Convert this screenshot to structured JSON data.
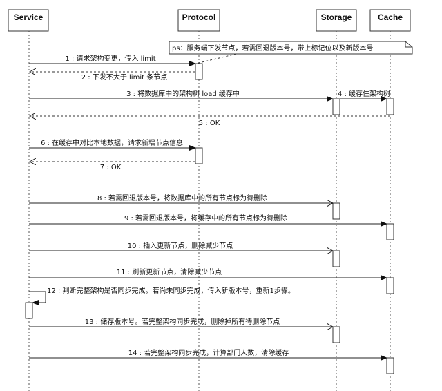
{
  "actors": [
    {
      "id": "service",
      "label": "Service"
    },
    {
      "id": "protocol",
      "label": "Protocol"
    },
    {
      "id": "storage",
      "label": "Storage"
    },
    {
      "id": "cache",
      "label": "Cache"
    }
  ],
  "note": {
    "text": "ps：服务端下发节点，若需回退版本号，带上标记位以及新版本号"
  },
  "messages": [
    {
      "n": "1",
      "from": "service",
      "to": "protocol",
      "kind": "sync",
      "label": "1 : 请求架构变更，传入 limit"
    },
    {
      "n": "2",
      "from": "protocol",
      "to": "service",
      "kind": "return",
      "label": "2 : 下发不大于 limit 条节点"
    },
    {
      "n": "3",
      "from": "service",
      "to": "storage",
      "kind": "sync",
      "label": "3 : 将数据库中的架构树 load 缓存中"
    },
    {
      "n": "4",
      "from": "storage",
      "to": "cache",
      "kind": "sync",
      "label": "4 : 缓存住架构树"
    },
    {
      "n": "5",
      "from": "cache",
      "to": "service",
      "kind": "return",
      "label": "5 : OK"
    },
    {
      "n": "6",
      "from": "service",
      "to": "protocol",
      "kind": "sync",
      "label": "6 : 在缓存中对比本地数据，请求新增节点信息"
    },
    {
      "n": "7",
      "from": "protocol",
      "to": "service",
      "kind": "return",
      "label": "7 : OK"
    },
    {
      "n": "8",
      "from": "service",
      "to": "storage",
      "kind": "async",
      "label": "8 : 若需回退版本号，将数据库中的所有节点标为待删除"
    },
    {
      "n": "9",
      "from": "service",
      "to": "cache",
      "kind": "sync",
      "label": "9 : 若需回退版本号，将缓存中的所有节点标为待删除"
    },
    {
      "n": "10",
      "from": "service",
      "to": "storage",
      "kind": "async",
      "label": "10 : 插入更新节点，删除减少节点"
    },
    {
      "n": "11",
      "from": "service",
      "to": "cache",
      "kind": "sync",
      "label": "11 : 刷新更新节点，清除减少节点"
    },
    {
      "n": "12",
      "from": "service",
      "to": "service",
      "kind": "self",
      "label": "12 : 判断完整架构是否同步完成。若尚未同步完成，传入新版本号，重新1步骤。"
    },
    {
      "n": "13",
      "from": "service",
      "to": "storage",
      "kind": "async",
      "label": "13 : 储存版本号。若完整架构同步完成，删除掉所有待删除节点"
    },
    {
      "n": "14",
      "from": "service",
      "to": "cache",
      "kind": "sync",
      "label": "14 : 若完整架构同步完成，计算部门人数，清除缓存"
    }
  ],
  "colors": {
    "line": "#222222",
    "box_fill": "#ffffff",
    "text": "#111111"
  }
}
